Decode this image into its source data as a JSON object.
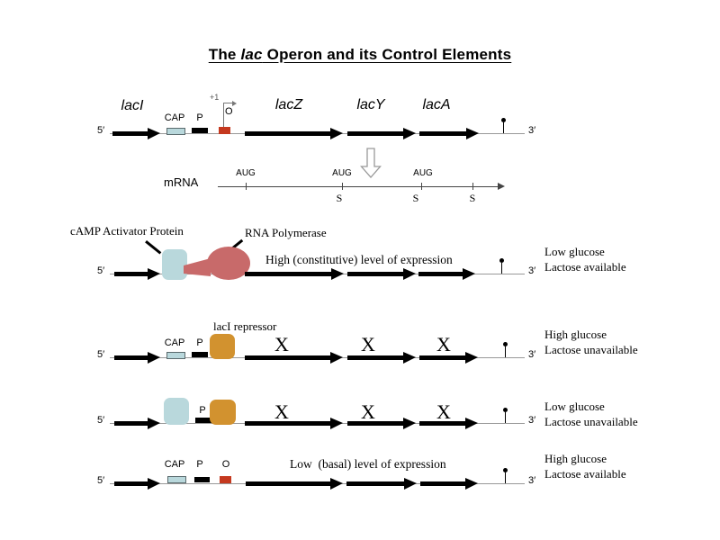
{
  "colors": {
    "line": "#999999",
    "cap-site": "#b9d8dc",
    "cap-protein": "#b9d8dc",
    "promoter": "#000000",
    "operator": "#c5391f",
    "repressor": "#d2922f",
    "polymerase": "#c86a6a"
  },
  "title": {
    "pre": "The ",
    "lac": "lac",
    "post": " Operon and its Control Elements"
  },
  "labels": {
    "five_prime": "5′",
    "three_prime": "3′",
    "cap": "CAP",
    "promoter": "P",
    "operator": "O",
    "plus_one": "+1",
    "x_mark": "X"
  },
  "genes": {
    "lacI": "lacI",
    "lacZ": "lacZ",
    "lacY": "lacY",
    "lacA": "lacA"
  },
  "mrna": {
    "label": "mRNA",
    "start_codon": "AUG",
    "stop": "S"
  },
  "scenario_active": {
    "callout_cap": "cAMP Activator Protein",
    "callout_rnap": "RNA Polymerase",
    "expression": "High (constitutive) level of expression",
    "glucose": "Low glucose",
    "lactose": "Lactose available"
  },
  "scenario_repressed_high": {
    "callout_repressor": "lacI repressor",
    "glucose": "High glucose",
    "lactose": "Lactose unavailable"
  },
  "scenario_repressed_low": {
    "glucose": "Low glucose",
    "lactose": "Lactose unavailable"
  },
  "scenario_basal": {
    "expression": "Low  (basal) level of expression",
    "glucose": "High glucose",
    "lactose": "Lactose available"
  }
}
